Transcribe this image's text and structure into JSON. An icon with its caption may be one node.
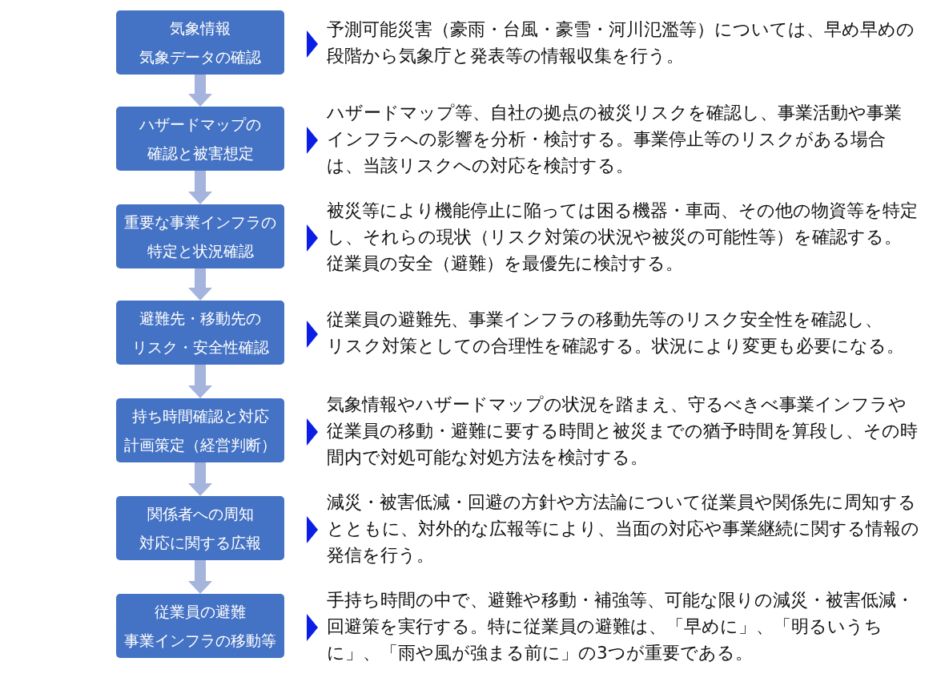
{
  "diagram": {
    "nodes": [
      {
        "text": [
          "気象情報",
          "気象データの確認"
        ],
        "beside": [
          "予測可能災害（豪雨・台風・豪雪・河川氾濫等）については、早め早めの段階から気象庁と発表等の情報収集を行う。"
        ]
      },
      {
        "text": [
          "ハザードマップの",
          "確認と被害想定"
        ],
        "beside": [
          "ハザードマップ等、自社の拠点の被災リスクを確認し、事業活動や事業インフラへの影響を分析・検討する。事業停止等のリスクがある場合は、当該リスクへの対応を検討する。"
        ]
      },
      {
        "text": [
          "重要な事業インフラの",
          "特定と状況確認"
        ],
        "beside": [
          "被災等により機能停止に陥っては困る機器・車両、その他の物資等を特定し、それらの現状（リスク対策の状況や被災の可能性等）を確認する。",
          "従業員の安全（避難）を最優先に検討する。"
        ]
      },
      {
        "text": [
          "避難先・移動先の",
          "リスク・安全性確認"
        ],
        "beside": [
          "従業員の避難先、事業インフラの移動先等のリスク安全性を確認し、",
          "リスク対策としての合理性を確認する。状況により変更も必要になる。"
        ]
      },
      {
        "text": [
          "持ち時間確認と対応",
          "計画策定（経営判断）"
        ],
        "beside": [
          "気象情報やハザードマップの状況を踏まえ、守るべきべ事業インフラや従業員の移動・避難に要する時間と被災までの猶予時間を算段し、その時間内で対処可能な対処方法を検討する。"
        ]
      },
      {
        "text": [
          "関係者への周知",
          "対応に関する広報"
        ],
        "beside": [
          "減災・被害低減・回避の方針や方法論について従業員や関係先に周知するとともに、対外的な広報等により、当面の対応や事業継続に関する情報の発信を行う。"
        ]
      },
      {
        "text": [
          "従業員の避難",
          "事業インフラの移動等"
        ],
        "beside": [
          "手持ち時間の中で、避難や移動・補強等、可能な限りの減災・被害低減・回避策を実行する。特に従業員の避難は、「早めに」、「明るいうちに」、「雨や風が強まる前に」の3つが重要である。"
        ]
      }
    ],
    "edges": [
      {
        "from": 0,
        "to": 1,
        "arrow": "to"
      },
      {
        "from": 1,
        "to": 2,
        "arrow": "to"
      },
      {
        "from": 2,
        "to": 3,
        "arrow": "to"
      },
      {
        "from": 3,
        "to": 4,
        "arrow": "to"
      },
      {
        "from": 4,
        "to": 5,
        "arrow": "to"
      },
      {
        "from": 5,
        "to": 6,
        "arrow": "to"
      }
    ]
  }
}
